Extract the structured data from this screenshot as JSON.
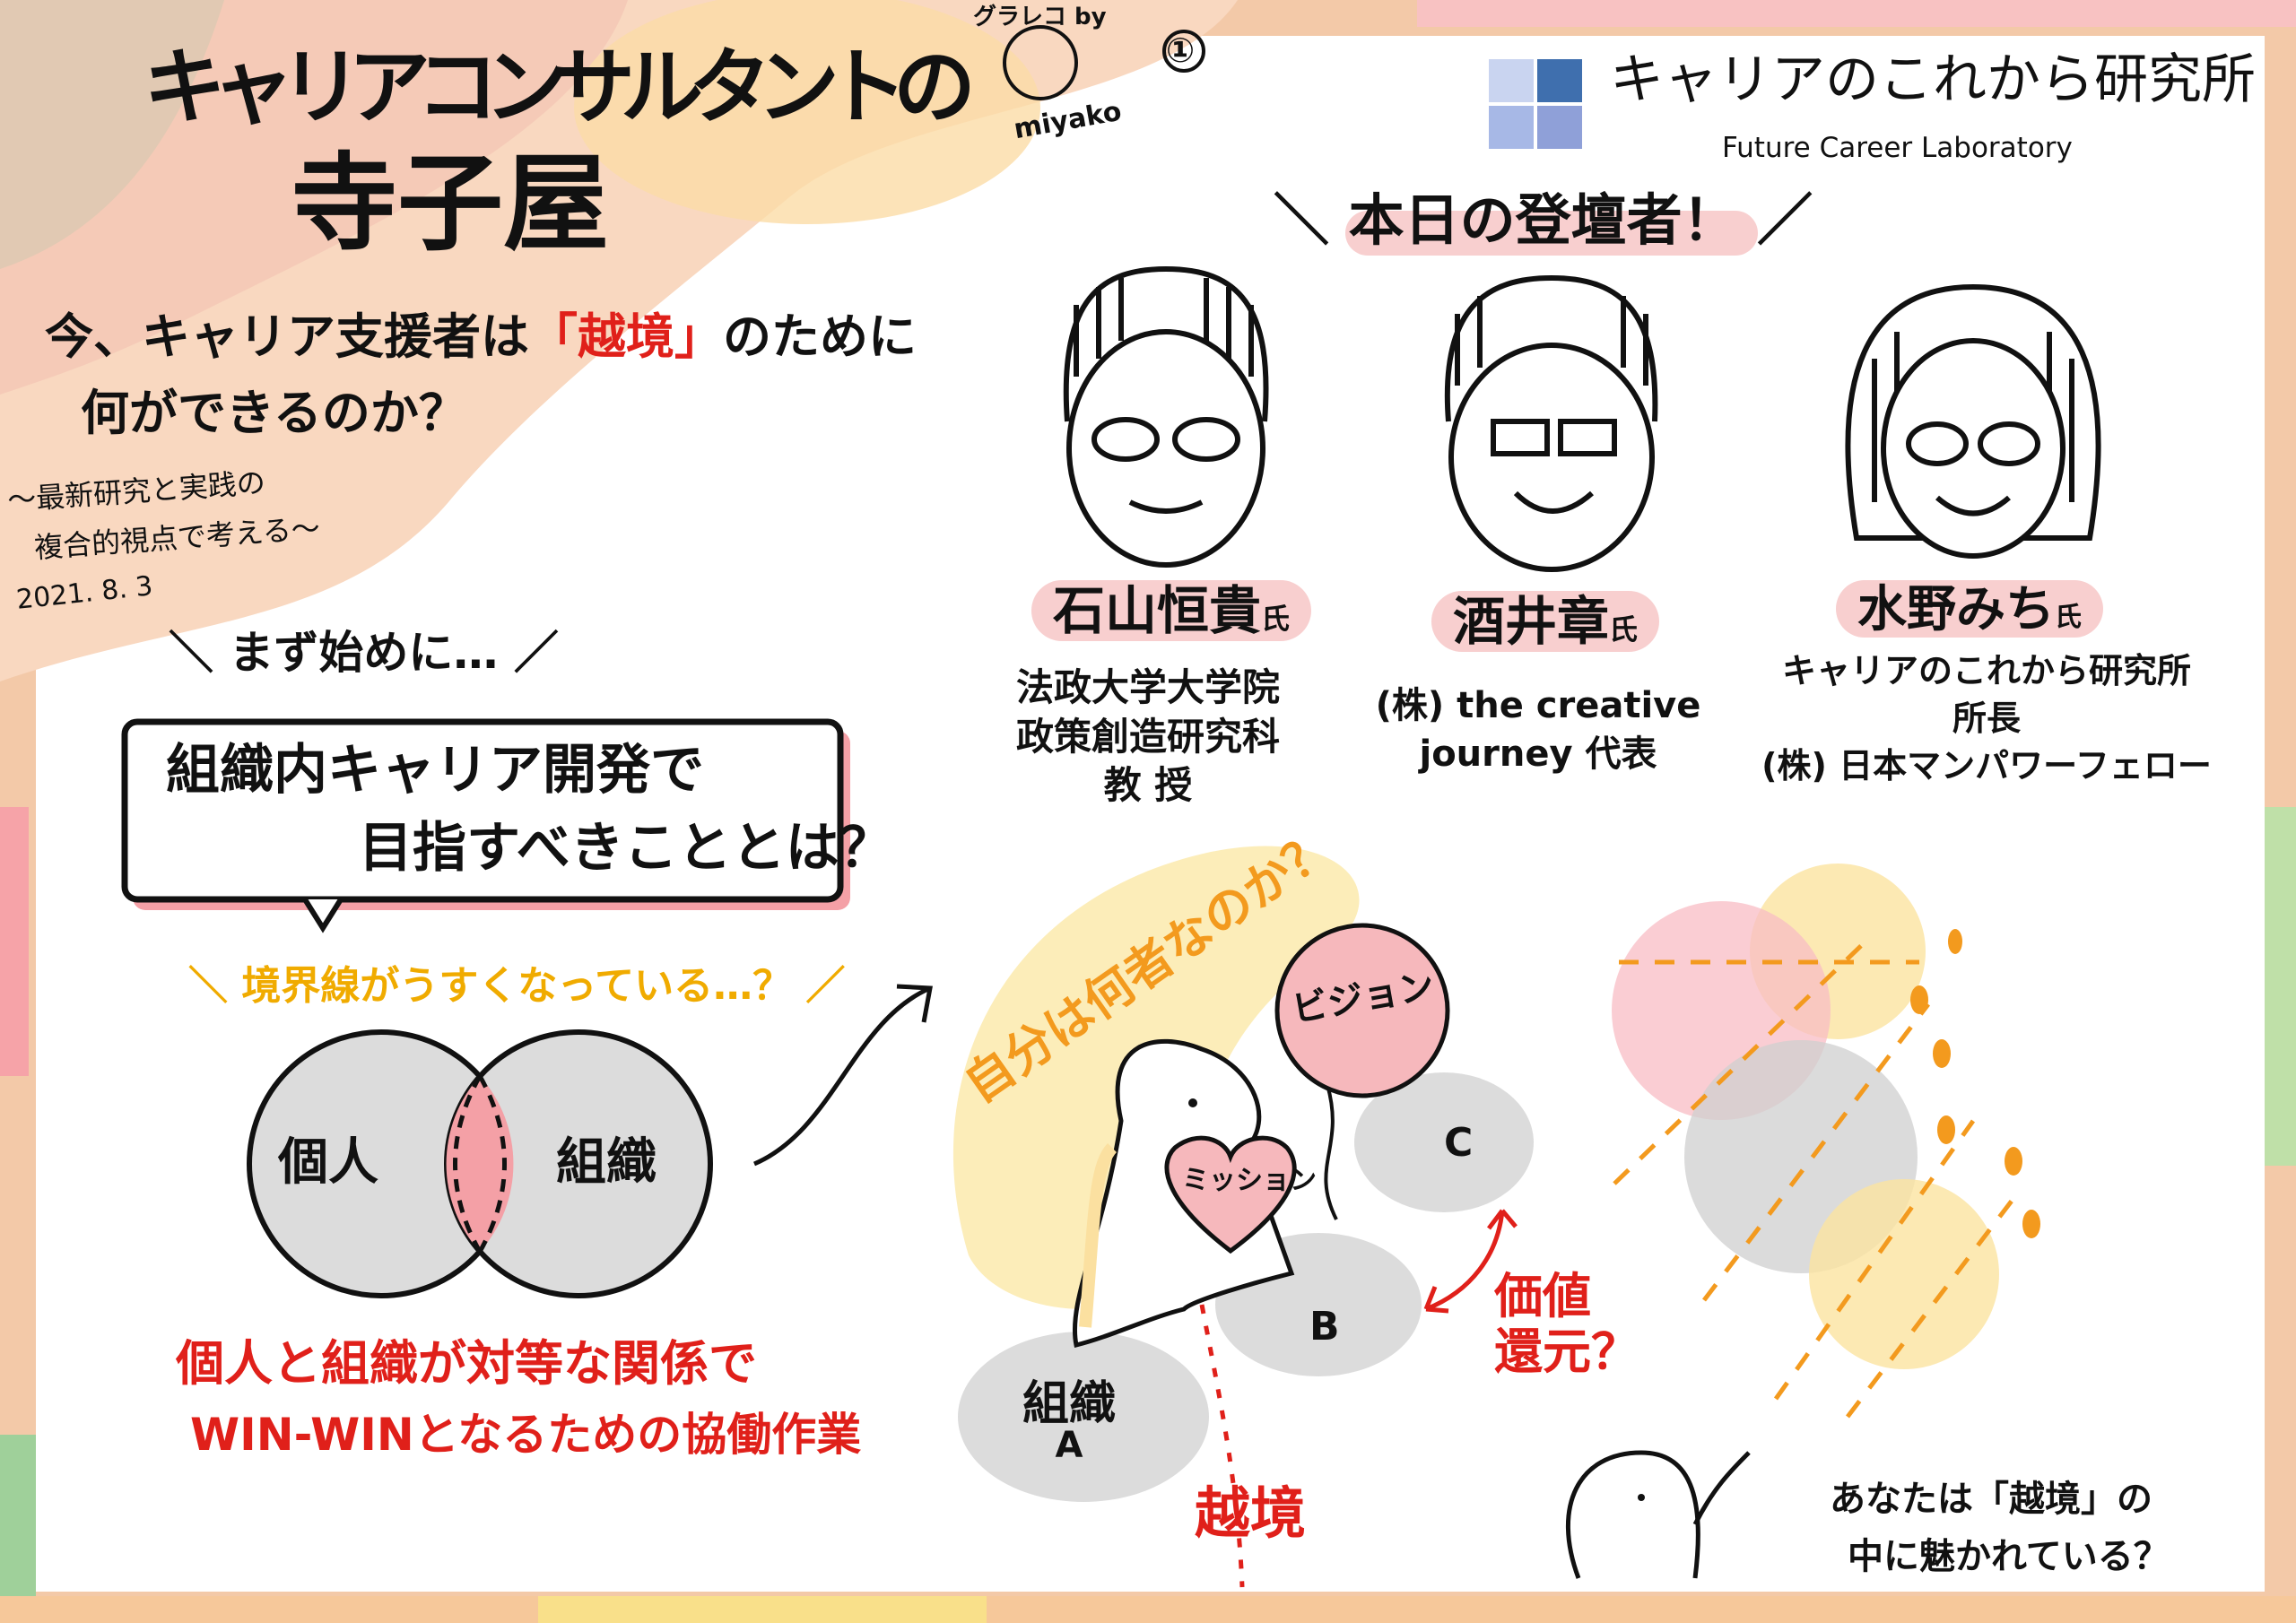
{
  "header": {
    "title_line1": "キャリアコンサルタントの",
    "title_line2": "寺子屋",
    "credit_top": "グラレコ by",
    "credit_name": "miyako",
    "page_number": "①"
  },
  "logo": {
    "name_jp": "キャリアのこれから研究所",
    "name_en": "Future Career Laboratory",
    "colors": [
      "#3f6fae",
      "#9fb4e0",
      "#c9d4f0",
      "#8fa0d8"
    ]
  },
  "theme": {
    "question_line1_pre": "今、キャリア支援者は",
    "question_keyword": "「越境」",
    "question_line1_post": "のために",
    "question_line2": "何ができるのか？",
    "subtitle_line1": "〜最新研究と実践の",
    "subtitle_line2": "複合的視点で考える〜",
    "date": "2021. 8. 3"
  },
  "speakers": {
    "heading": "＼ 本日の登壇者！ ／",
    "items": [
      {
        "name": "石山恒貴",
        "honorific": "氏",
        "affiliation": [
          "法政大学大学院",
          "政策創造研究科",
          "教 授"
        ]
      },
      {
        "name": "酒井章",
        "honorific": "氏",
        "affiliation": [
          "(株) the creative",
          "journey 代表"
        ]
      },
      {
        "name": "水野みち",
        "honorific": "氏",
        "affiliation": [
          "キャリアのこれから研究所",
          "所長",
          "(株) 日本マンパワーフェロー"
        ]
      }
    ]
  },
  "intro": {
    "heading": "＼ まず始めに… ／",
    "box_line1": "組織内キャリア開発で",
    "box_line2": "目指すべきこととは？",
    "boundary_note": "＼ 境界線がうすくなっている…？ ／",
    "venn_left": "個人",
    "venn_right": "組織",
    "conclusion_line1": "個人と組織が対等な関係で",
    "conclusion_line2": "WIN-WINとなるための協働作業"
  },
  "illustration": {
    "identity_question": "自分は何者なのか？",
    "balloon": "ビジョン",
    "heart": "ミッション",
    "org_a_line1": "組織",
    "org_a_line2": "A",
    "org_b": "B",
    "org_c": "C",
    "value_line1": "価値",
    "value_line2": "還元？",
    "crossing": "越境",
    "closing_line1": "あなたは「越境」の",
    "closing_line2": "中に魅かれている？"
  },
  "colors": {
    "red": "#e0201a",
    "pink": "#f4a0a6",
    "grey": "#dcdcdc",
    "yellow": "#fbe9a8",
    "orange": "#f39a1e"
  }
}
